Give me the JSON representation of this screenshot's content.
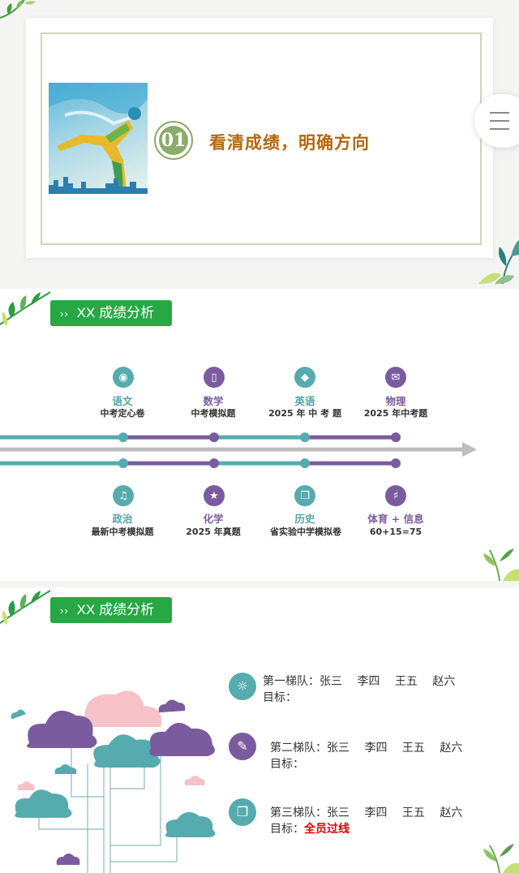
{
  "slide1": {
    "badge_number": "01",
    "title": "看清成绩，明确方向"
  },
  "slide2": {
    "tag_chevrons": "››",
    "tag_label": "XX 成绩分析",
    "top_items": [
      {
        "subject": "语文",
        "desc": "中考定心卷",
        "icon": "camera-icon",
        "color": "teal"
      },
      {
        "subject": "数学",
        "desc": "中考模拟题",
        "icon": "mouse-icon",
        "color": "purple"
      },
      {
        "subject": "英语",
        "desc": "2025 年 中 考 题",
        "icon": "tag-icon",
        "color": "teal"
      },
      {
        "subject": "物理",
        "desc": "2025 年中考题",
        "icon": "envelope-icon",
        "color": "purple"
      }
    ],
    "bottom_items": [
      {
        "subject": "政治",
        "desc": "最新中考模拟题",
        "icon": "music-icon",
        "color": "teal"
      },
      {
        "subject": "化学",
        "desc": "2025 年真题",
        "icon": "star-icon",
        "color": "purple"
      },
      {
        "subject": "历史",
        "desc": "省实验中学模拟卷",
        "icon": "copy-icon",
        "color": "teal"
      },
      {
        "subject": "体育 + 信息",
        "desc": "60+15=75",
        "icon": "trophy-icon",
        "color": "purple"
      }
    ]
  },
  "slide3": {
    "tag_chevrons": "››",
    "tag_label": "XX 成绩分析",
    "teams": [
      {
        "team": "第一梯队：张三　 李四　 王五　 赵六",
        "goal_label": "目标：",
        "goal_value": "",
        "icon": "globe-icon",
        "color": "teal"
      },
      {
        "team": "第二梯队：张三　 李四　 王五　 赵六",
        "goal_label": "目标：",
        "goal_value": "",
        "icon": "brush-icon",
        "color": "purple"
      },
      {
        "team": "第三梯队：张三　 李四　 王五　 赵六",
        "goal_label": "目标：",
        "goal_value": "全员过线",
        "icon": "document-icon",
        "color": "teal"
      }
    ]
  },
  "colors": {
    "teal": "#56abae",
    "purple": "#7a5c9e",
    "green_tag": "#27a845",
    "title_orange": "#b4670e",
    "goal_red": "#e00000"
  }
}
